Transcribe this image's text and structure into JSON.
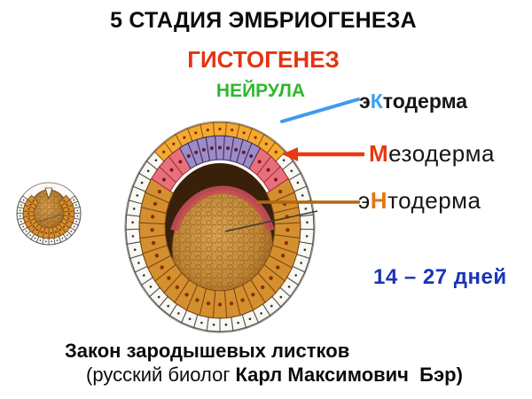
{
  "slide": {
    "title": "5 СТАДИЯ ЭМБРИОГЕНЕЗА",
    "subtitle": "ГИСТОГЕНЕЗ",
    "stage": "НЕЙРУЛА",
    "duration": "14 – 27 дней",
    "layer_labels": {
      "ectoderm": {
        "prefix": "э",
        "accent": "К",
        "rest": "тодерма"
      },
      "mesoderm": {
        "accent": "М",
        "rest": "езодерма"
      },
      "endoderm": {
        "prefix": "э",
        "accent": "Н",
        "rest": "тодерма"
      }
    },
    "footer": {
      "law": "Закон зародышевых листков",
      "credit_prefix": "(русский биолог ",
      "credit_name": "Карл Максимович  Бэр)"
    },
    "colors": {
      "subtitle-red": "#e43312",
      "stage-green": "#2eb82e",
      "ectoderm-accent": "#3b9ff0",
      "mesoderm-accent": "#e8390e",
      "endoderm-accent": "#e07812",
      "duration-blue": "#1a35b8",
      "ectoderm-line": "#3e9bef",
      "mesoderm-line": "#e8390e",
      "endoderm-line": "#b4650f"
    }
  }
}
